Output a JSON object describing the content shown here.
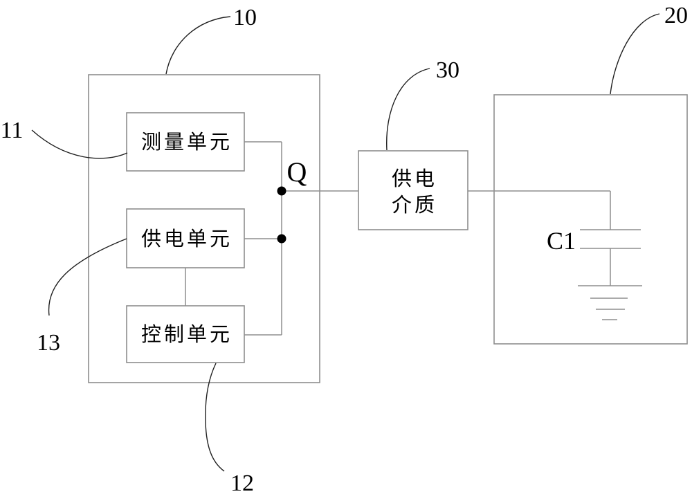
{
  "colors": {
    "bg": "#ffffff",
    "line": "#8e8e8e",
    "leader": "#1f1f1f",
    "text": "#000000"
  },
  "refs": {
    "r10": "10",
    "r11": "11",
    "r12": "12",
    "r13": "13",
    "r20": "20",
    "r30": "30"
  },
  "units": {
    "measure": "测量单元",
    "power": "供电单元",
    "control": "控制单元"
  },
  "medium": {
    "line1": "供电",
    "line2": "介质"
  },
  "nodes": {
    "q": "Q",
    "c1": "C1"
  }
}
